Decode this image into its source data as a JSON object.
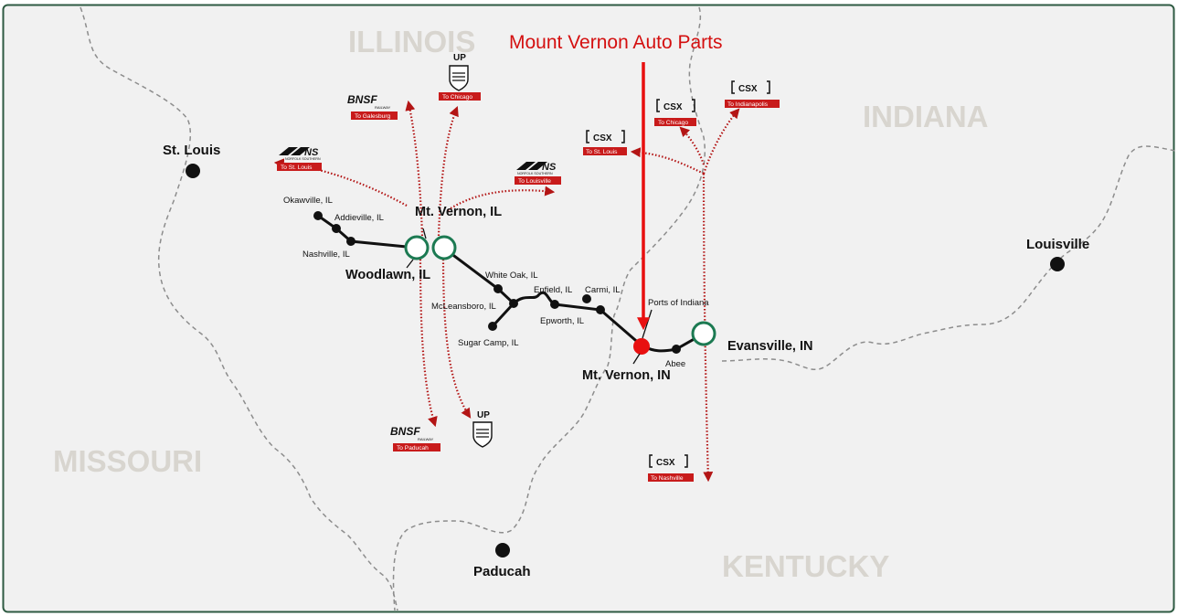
{
  "title": "Mount Vernon Auto Parts",
  "colors": {
    "background": "#f1f1f1",
    "frame": "#2e5a42",
    "rail_line": "#111111",
    "hub_ring": "#1c7a52",
    "highlight": "#e81010",
    "route_arrows": "#b31515",
    "state_label": "#d8d5cf"
  },
  "states": {
    "illinois": "ILLINOIS",
    "indiana": "INDIANA",
    "missouri": "MISSOURI",
    "kentucky": "KENTUCKY"
  },
  "cities": {
    "st_louis": "St. Louis",
    "louisville": "Louisville",
    "paducah": "Paducah"
  },
  "hubs": {
    "mt_vernon_il": "Mt. Vernon, IL",
    "woodlawn_il": "Woodlawn, IL",
    "mt_vernon_in": "Mt. Vernon, IN",
    "evansville_in": "Evansville, IN"
  },
  "stations": {
    "okawville": "Okawville, IL",
    "addieville": "Addieville, IL",
    "nashville": "Nashville, IL",
    "white_oak": "White Oak, IL",
    "mcleansboro": "McLeansboro, IL",
    "enfield": "Enfield, IL",
    "carmi": "Carmi, IL",
    "epworth": "Epworth, IL",
    "sugar_camp": "Sugar Camp, IL",
    "ports_of_indiana": "Ports of Indiana",
    "abee": "Abee"
  },
  "connections": {
    "bnsf_galesburg": {
      "logo": "BNSF",
      "sub": "RAILWAY",
      "tag": "To Galesburg"
    },
    "up_chicago": {
      "logo": "UP",
      "tag": "To Chicago"
    },
    "ns_st_louis": {
      "logo": "NS",
      "sub": "NORFOLK SOUTHERN",
      "tag": "To St. Louis"
    },
    "ns_louisville": {
      "logo": "NS",
      "sub": "NORFOLK SOUTHERN",
      "tag": "To Louisville"
    },
    "csx_st_louis": {
      "logo": "CSX",
      "tag": "To St. Louis"
    },
    "csx_chicago": {
      "logo": "CSX",
      "tag": "To Chicago"
    },
    "csx_indianapolis": {
      "logo": "CSX",
      "tag": "To Indianapolis"
    },
    "bnsf_paducah": {
      "logo": "BNSF",
      "sub": "RAILWAY",
      "tag": "To Paducah"
    },
    "up_south": {
      "logo": "UP"
    },
    "csx_nashville": {
      "logo": "CSX",
      "tag": "To Nashville"
    }
  }
}
